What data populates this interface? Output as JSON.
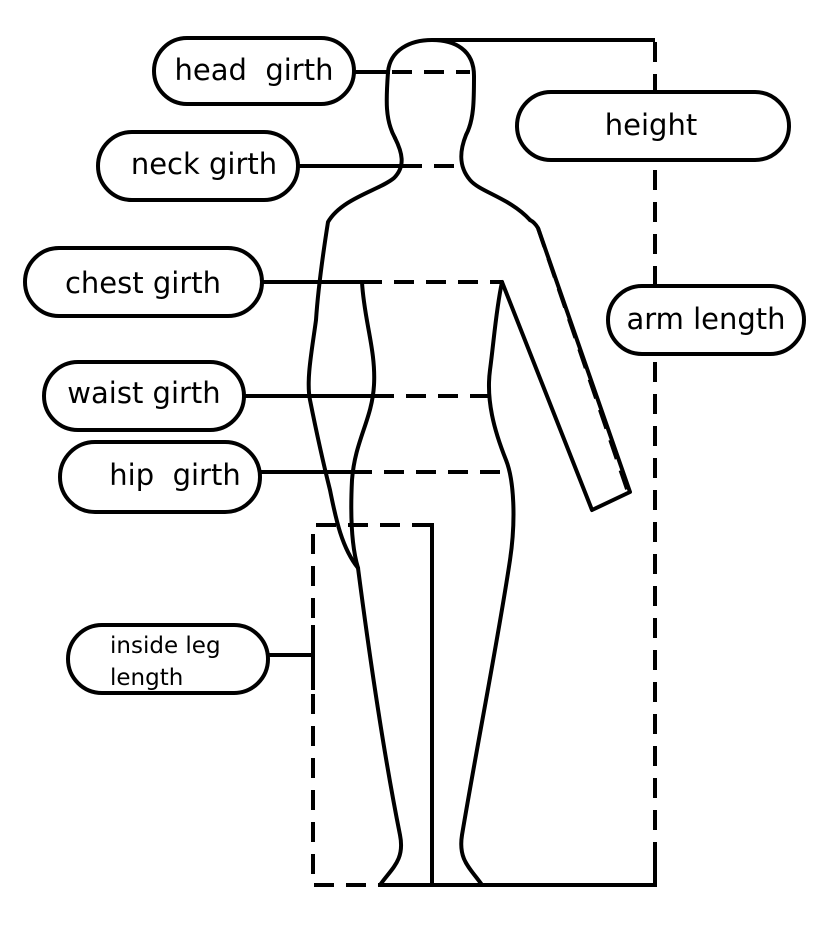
{
  "labels": {
    "head_girth": "head  girth",
    "neck_girth": "neck girth",
    "chest_girth": "chest girth",
    "waist_girth": "waist girth",
    "hip_girth": "hip  girth",
    "inside_leg_line1": "inside leg",
    "inside_leg_line2": "length",
    "height": "height",
    "arm_length": "arm length"
  }
}
